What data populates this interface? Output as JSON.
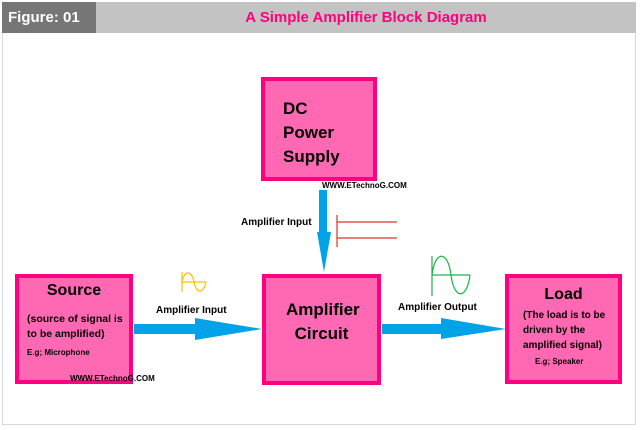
{
  "header": {
    "figure_label": "Figure: 01",
    "title": "A Simple Amplifier Block Diagram"
  },
  "blocks": {
    "dc_power": {
      "title": "DC Power Supply"
    },
    "source": {
      "title": "Source",
      "description": "(source of signal is to be amplified)",
      "example": "E.g; Microphone"
    },
    "amplifier": {
      "title": "Amplifier Circuit"
    },
    "load": {
      "title": "Load",
      "description": "(The load is to be driven by the amplified signal)",
      "example": "E.g; Speaker"
    }
  },
  "labels": {
    "dc_input": "Amplifier Input",
    "source_input": "Amplifier Input",
    "output": "Amplifier Output"
  },
  "watermarks": {
    "top": "WWW.ETechnoG.COM",
    "bottom": "WWW.ETechnoG.COM"
  },
  "colors": {
    "block_fill": "#ff69b4",
    "block_border": "#ff0080",
    "arrow": "#00a2e8",
    "dc_symbol": "#e03030",
    "input_wave": "#ffc000",
    "output_wave": "#22b14c",
    "title": "#ff007f"
  }
}
